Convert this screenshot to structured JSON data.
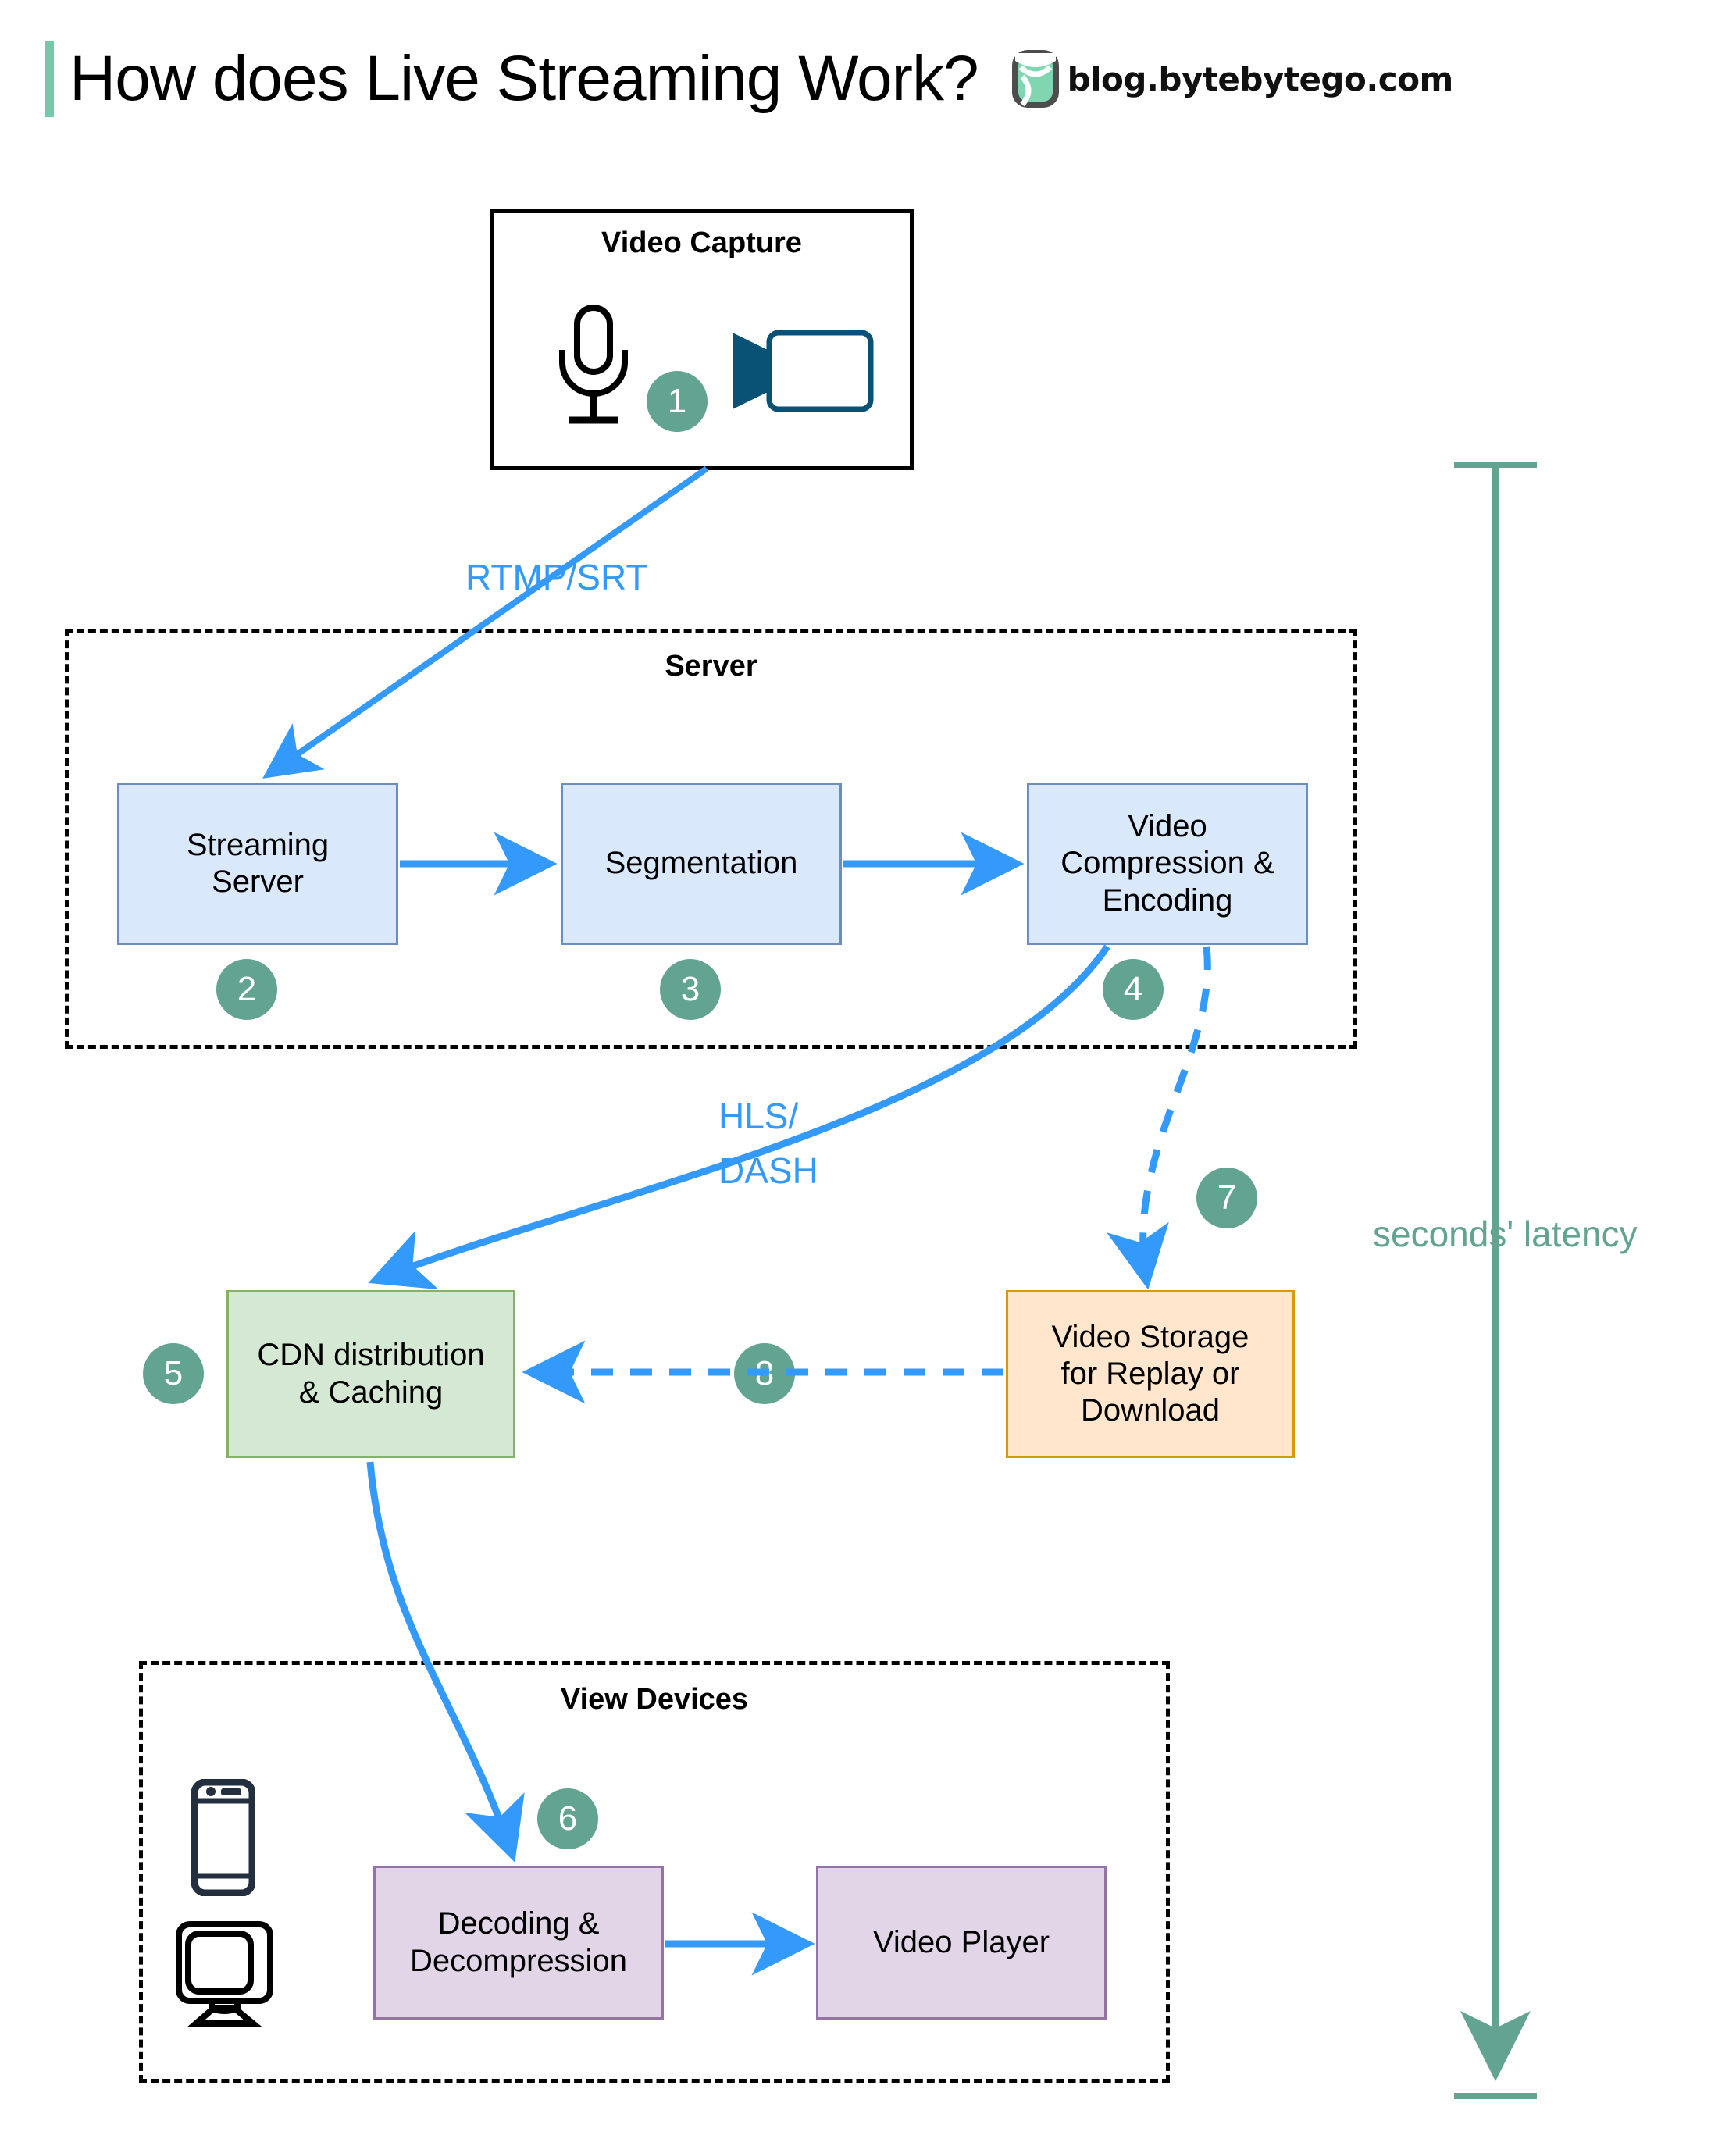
{
  "header": {
    "title": "How does Live Streaming Work?",
    "brand": "blog.bytebytego.com",
    "accent_color": "#76c9a8"
  },
  "colors": {
    "flow_blue": "#3399fb",
    "badge_teal": "#63a392",
    "box_blue_fill": "#dae8fc",
    "box_blue_border": "#6c8ebf",
    "box_green_fill": "#d5e8d4",
    "box_green_border": "#82b366",
    "box_orange_fill": "#ffe6cc",
    "box_orange_border": "#d79b00",
    "box_purple_fill": "#e1d5e7",
    "box_purple_border": "#9673a6",
    "camera_icon": "#0a5275",
    "device_icon": "#232f3e"
  },
  "groups": {
    "video_capture": {
      "title": "Video Capture"
    },
    "server": {
      "title": "Server"
    },
    "view_devices": {
      "title": "View Devices"
    }
  },
  "nodes": [
    {
      "id": "streaming-server",
      "label": "Streaming\nServer",
      "step": "2"
    },
    {
      "id": "segmentation",
      "label": "Segmentation",
      "step": "3"
    },
    {
      "id": "video-compression-encoding",
      "label": "Video\nCompression &\nEncoding",
      "step": "4"
    },
    {
      "id": "cdn-distribution-caching",
      "label": "CDN distribution\n& Caching",
      "step": "5"
    },
    {
      "id": "video-storage",
      "label": "Video Storage\nfor Replay or\nDownload",
      "step": "7"
    },
    {
      "id": "decoding-decompression",
      "label": "Decoding &\nDecompression",
      "step": "6"
    },
    {
      "id": "video-player",
      "label": "Video Player",
      "step": ""
    }
  ],
  "node_labels": {
    "streaming_server_line1": "Streaming",
    "streaming_server_line2": "Server",
    "segmentation": "Segmentation",
    "compression_line1": "Video",
    "compression_line2": "Compression &",
    "compression_line3": "Encoding",
    "cdn_line1": "CDN distribution",
    "cdn_line2": "& Caching",
    "storage_line1": "Video Storage",
    "storage_line2": "for Replay or",
    "storage_line3": "Download",
    "decoding_line1": "Decoding &",
    "decoding_line2": "Decompression",
    "video_player": "Video Player"
  },
  "steps": {
    "s1": "1",
    "s2": "2",
    "s3": "3",
    "s4": "4",
    "s5": "5",
    "s6": "6",
    "s7": "7",
    "s8": "8"
  },
  "edges": {
    "capture_to_server": "RTMP/SRT",
    "encode_to_cdn_line1": "HLS/",
    "encode_to_cdn_line2": "DASH"
  },
  "annotations": {
    "latency": "seconds' latency"
  },
  "icons": {
    "microphone": "microphone-icon",
    "video_camera": "video-camera-icon",
    "phone": "mobile-phone-icon",
    "monitor": "desktop-monitor-icon",
    "logo": "bytebytego-logo-icon"
  }
}
